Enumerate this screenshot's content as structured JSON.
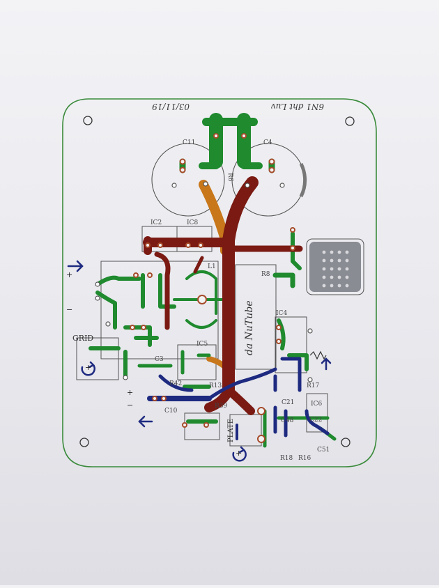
{
  "board": {
    "title": "6N1 dht Luv",
    "date": "03/11/19",
    "tube_label": "da NuTube",
    "grid_label": "GRID",
    "plate_label": "PLATE"
  },
  "components": {
    "ic": [
      "IC2",
      "IC8",
      "IC4",
      "IC5",
      "IC6"
    ],
    "caps": [
      "C11",
      "C4",
      "C3",
      "C10",
      "C21",
      "C22",
      "C48",
      "C51"
    ],
    "res": [
      "R6",
      "R8",
      "R13",
      "R16",
      "R17",
      "R18",
      "R39",
      "R42"
    ],
    "inductor": "L1"
  },
  "colors": {
    "outline": "#3a8a3a",
    "trace_green": "#1f8a2e",
    "trace_red": "#7a1a12",
    "trace_orange": "#c8771a",
    "trace_blue": "#1e2a80",
    "silk": "#444444"
  }
}
